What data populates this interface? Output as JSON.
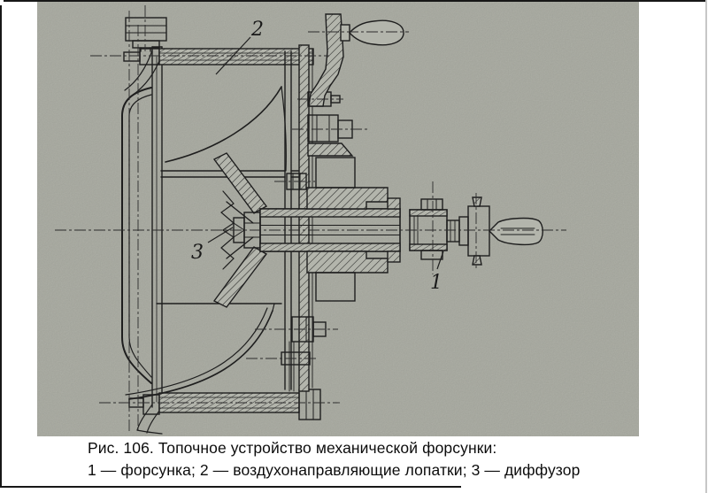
{
  "figure": {
    "caption": {
      "title": "Рис. 106. Топочное устройство механической форсунки:",
      "legend": "1 — форсунка; 2 — воздухонаправляющие лопатки; 3 — диффузор"
    },
    "callouts": [
      {
        "number": "1",
        "meaning": "форсунка"
      },
      {
        "number": "2",
        "meaning": "воздухонаправляющие лопатки"
      },
      {
        "number": "3",
        "meaning": "диффузор"
      }
    ],
    "colors": {
      "paper": "#b3b5ac",
      "ink": "#1e1e1e",
      "page_background": "#ffffff",
      "scan_border": "#171717"
    }
  }
}
